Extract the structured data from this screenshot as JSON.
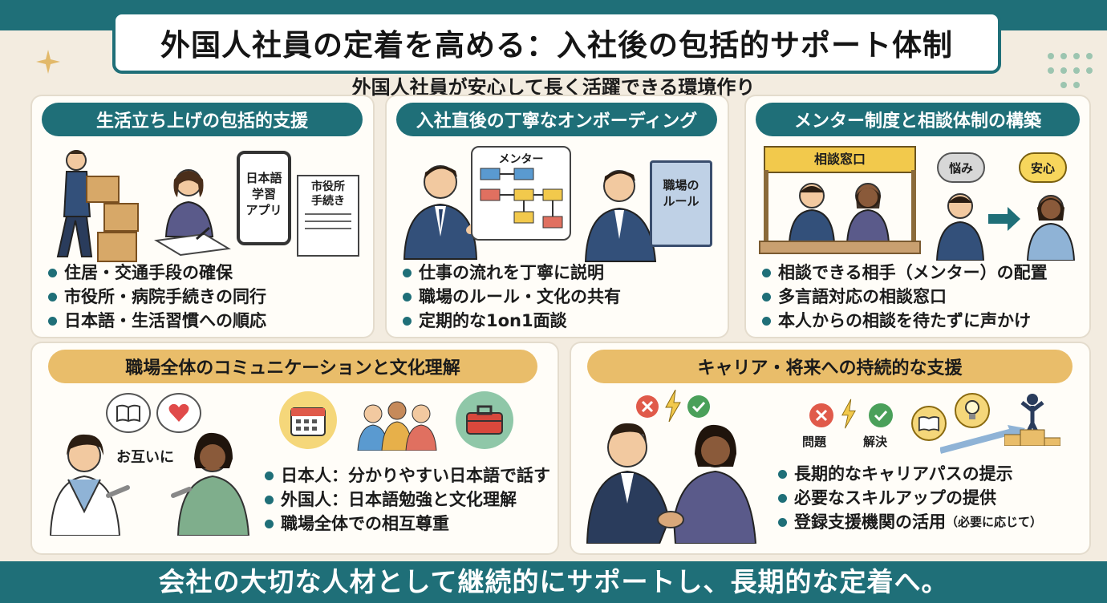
{
  "title": "外国人社員の定着を高める：入社後の包括的サポート体制",
  "subtitle": "外国人社員が安心して長く活躍できる環境作り",
  "footer": "会社の大切な人材として継続的にサポートし、長期的な定着へ。",
  "colors": {
    "teal": "#1f6f78",
    "gold": "#e9bd6a",
    "background": "#f3ece0"
  },
  "panels": {
    "life": {
      "header": "生活立ち上げの包括的支援",
      "phone_label": "日本語\n学習\nアプリ",
      "form_label": "市役所\n手続き",
      "bullets": [
        "住居・交通手段の確保",
        "市役所・病院手続きの同行",
        "日本語・生活習慣への順応"
      ],
      "icons": [
        "moving-boxes-person-icon",
        "writing-person-icon",
        "smartphone-icon",
        "form-document-icon"
      ]
    },
    "onboarding": {
      "header": "入社直後の丁寧なオンボーディング",
      "flow_label": "メンター",
      "rules_label": "職場の\nルール",
      "bullets": [
        "仕事の流れを丁寧に説明",
        "職場のルール・文化の共有",
        "定期的な1on1面談"
      ],
      "icons": [
        "mentor-person-icon",
        "flowchart-icon",
        "rulebook-icon"
      ]
    },
    "mentor": {
      "header": "メンター制度と相談体制の構築",
      "booth_label": "相談窓口",
      "worry_label": "悩み",
      "relief_label": "安心",
      "bullets": [
        "相談できる相手（メンター）の配置",
        "多言語対応の相談窓口",
        "本人からの相談を待たずに声かけ"
      ],
      "icons": [
        "consultation-booth-icon",
        "thought-bubble-icon",
        "arrow-right-icon"
      ]
    },
    "communication": {
      "header": "職場全体のコミュニケーションと文化理解",
      "mutual_label": "お互いに",
      "bullets": [
        "日本人：分かりやすい日本語で話す",
        "外国人：日本語勉強と文化理解",
        "職場全体での相互尊重"
      ],
      "icons": [
        "book-icon",
        "heart-icon",
        "calendar-icon",
        "team-icon",
        "toolbox-icon",
        "wrench-icon"
      ]
    },
    "career": {
      "header": "キャリア・将来への持続的な支援",
      "problem_label": "問題",
      "solution_label": "解決",
      "bullets": [
        "長期的なキャリアパスの提示",
        "必要なスキルアップの提供"
      ],
      "last_bullet_main": "登録支援機関の活用",
      "last_bullet_note": "（必要に応じて）",
      "icons": [
        "handshake-icon",
        "cross-icon",
        "check-icon",
        "lightbulb-icon",
        "podium-icon"
      ]
    }
  }
}
